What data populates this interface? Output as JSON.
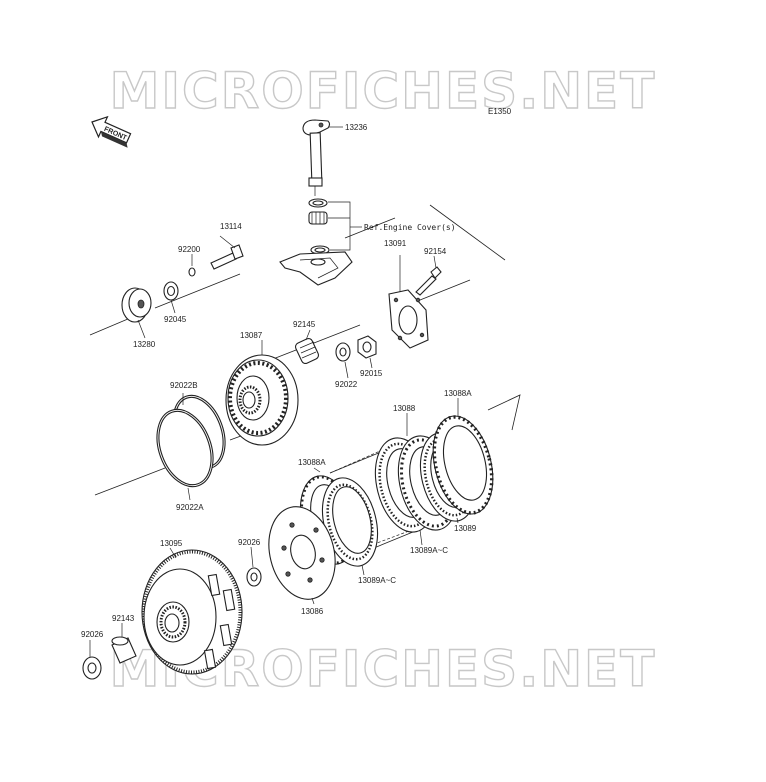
{
  "diagram_code": "E1350",
  "front_label": "FRONT",
  "reference_note": "Ref.Engine Cover(s)",
  "watermark": "MICROFICHES.NET",
  "parts": {
    "p13236": "13236",
    "p13114": "13114",
    "p92200": "92200",
    "p92154": "92154",
    "p13091": "13091",
    "p92045": "92045",
    "p13280": "13280",
    "p92145": "92145",
    "p13087": "13087",
    "p92022": "92022",
    "p92015": "92015",
    "p92022B": "92022B",
    "p92022A": "92022A",
    "p13088": "13088",
    "p13088A_top": "13088A",
    "p13088A_mid": "13088A",
    "p13089": "13089",
    "p13089AC_right": "13089A~C",
    "p13089AC_mid": "13089A~C",
    "p13095": "13095",
    "p92026_mid": "92026",
    "p13086": "13086",
    "p92143": "92143",
    "p92026_left": "92026"
  }
}
